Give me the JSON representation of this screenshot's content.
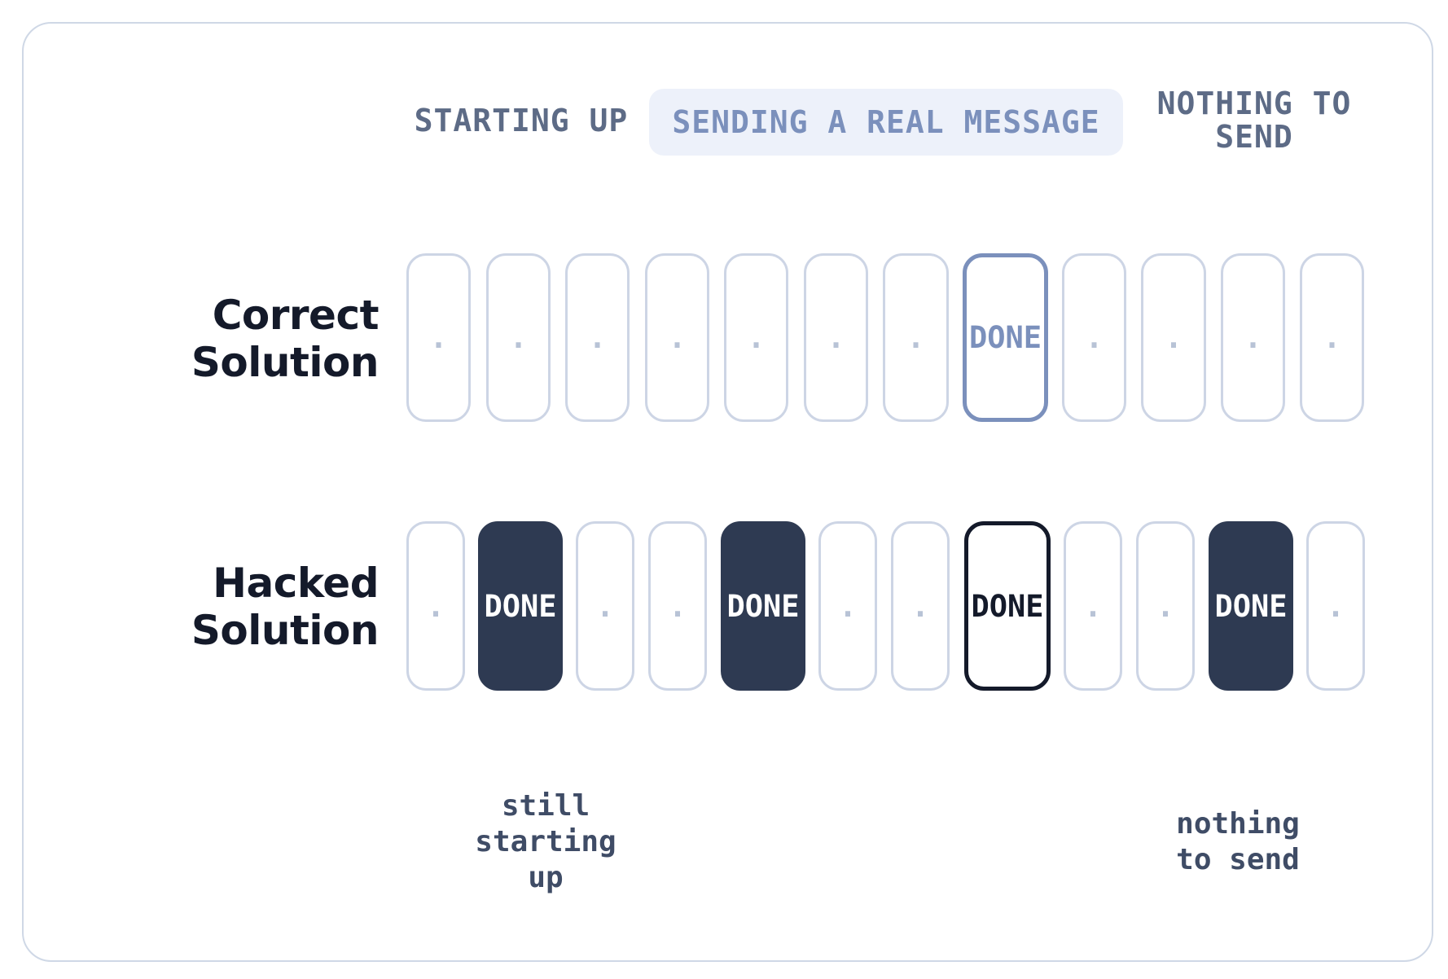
{
  "phases": {
    "starting_up": "STARTING UP",
    "sending": "SENDING A REAL MESSAGE",
    "nothing": "NOTHING TO\nSEND"
  },
  "rows": {
    "correct": {
      "label": "Correct\nSolution",
      "slots": [
        ".",
        ".",
        ".",
        ".",
        ".",
        ".",
        ".",
        "DONE",
        ".",
        ".",
        ".",
        "."
      ]
    },
    "hacked": {
      "label": "Hacked\nSolution",
      "slots": [
        ".",
        "DONE",
        ".",
        ".",
        "DONE",
        ".",
        ".",
        "DONE",
        ".",
        ".",
        "DONE",
        "."
      ]
    }
  },
  "annotations": {
    "left": "still\nstarting\nup",
    "right": "nothing\nto send"
  },
  "colors": {
    "dark_block": "#2e3a52",
    "highlight": "#7b90bc",
    "empty_border": "#cdd5e5"
  }
}
